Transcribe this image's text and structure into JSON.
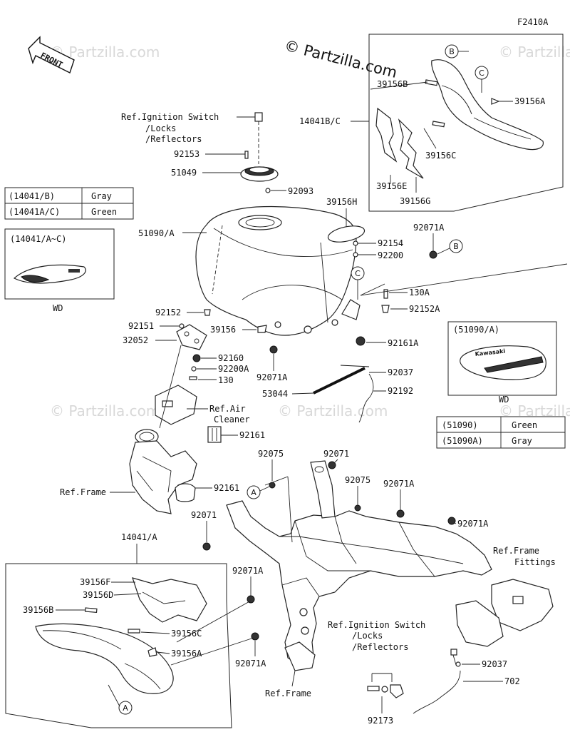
{
  "figure_code": "F2410A",
  "copyright": "© Partzilla.com",
  "watermark": "© Partzilla.com",
  "front_label": "FRONT",
  "callouts": [
    "B",
    "C",
    "A"
  ],
  "labels": {
    "p39156B_top": "39156B",
    "p39156A_top": "39156A",
    "p14041BC": "14041B/C",
    "p39156C_top": "39156C",
    "p39156E": "39156E",
    "p39156G": "39156G",
    "ref_ign_top_1": "Ref.Ignition Switch",
    "ref_ign_top_2": "/Locks",
    "ref_ign_top_3": "/Reflectors",
    "p92153": "92153",
    "p51049": "51049",
    "p92093": "92093",
    "p39156H": "39156H",
    "p51090A": "51090/A",
    "p92071A_1": "92071A",
    "p92154": "92154",
    "p92200": "92200",
    "p130A": "130A",
    "p92152A": "92152A",
    "p92152": "92152",
    "p92151": "92151",
    "p39156": "39156",
    "p32052": "32052",
    "p92161A": "92161A",
    "p92160": "92160",
    "p92200A": "92200A",
    "p130": "130",
    "p92071A_2": "92071A",
    "p92037_top": "92037",
    "p53044": "53044",
    "p92192": "92192",
    "ref_air_1": "Ref.Air",
    "ref_air_2": "Cleaner",
    "p92161_1": "92161",
    "p92071_1": "92071",
    "p92075_1": "92075",
    "p92075_2": "92075",
    "p92071A_3": "92071A",
    "ref_frame_1": "Ref.Frame",
    "p92161_2": "92161",
    "p92071_2": "92071",
    "p92071A_4": "92071A",
    "p14041A": "14041/A",
    "ref_frame_fit_1": "Ref.Frame",
    "ref_frame_fit_2": "Fittings",
    "p92071A_5": "92071A",
    "p39156F": "39156F",
    "p39156D": "39156D",
    "p39156B_bot": "39156B",
    "p39156C_bot": "39156C",
    "p39156A_bot": "39156A",
    "p92071A_6": "92071A",
    "ref_ign_bot_1": "Ref.Ignition Switch",
    "ref_ign_bot_2": "/Locks",
    "ref_ign_bot_3": "/Reflectors",
    "p92037_bot": "92037",
    "p702": "702",
    "ref_frame_2": "Ref.Frame",
    "p92173": "92173"
  },
  "color_table_left": [
    {
      "code": "(14041/B)",
      "color": "Gray"
    },
    {
      "code": "(14041A/C)",
      "color": "Green"
    }
  ],
  "color_table_right": [
    {
      "code": "(51090)",
      "color": "Green"
    },
    {
      "code": "(51090A)",
      "color": "Gray"
    }
  ],
  "inset_left": {
    "title": "(14041/A~C)",
    "caption": "WD"
  },
  "inset_right": {
    "title": "(51090/A)",
    "caption": "WD",
    "brand": "Kawasaki"
  }
}
